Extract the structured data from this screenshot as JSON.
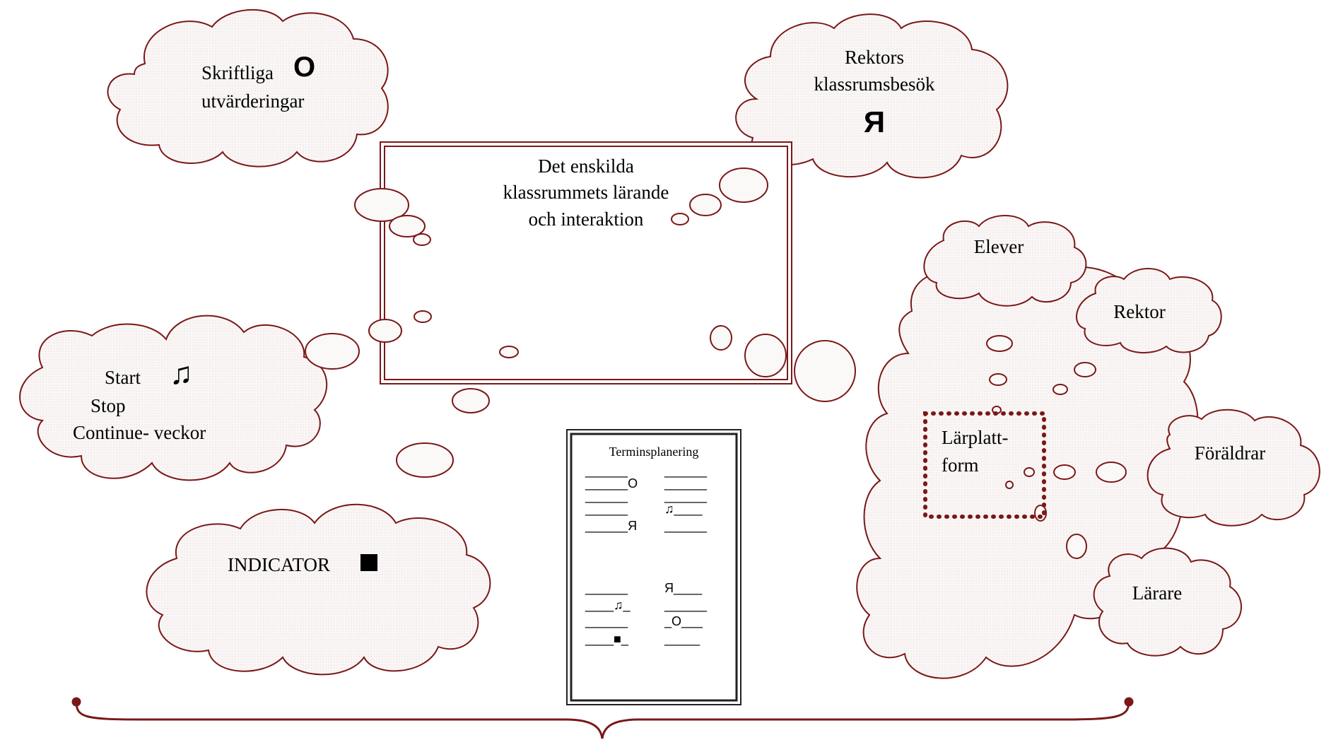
{
  "colors": {
    "stroke": "#7a1818",
    "cloud_fill": "#f8f4f4",
    "doc_border": "#222222"
  },
  "clouds": {
    "written_evaluations": {
      "line1": "Skriftliga",
      "line2": "utvärderingar",
      "symbol": "O"
    },
    "principal_visits": {
      "line1": "Rektors",
      "line2": "klassrumsbesök",
      "symbol": "Я"
    },
    "start_stop": {
      "line1": "Start",
      "line2": "Stop",
      "line3": "Continue- veckor",
      "symbol": "♫"
    },
    "indicator": {
      "label": "INDICATOR",
      "symbol": "■"
    },
    "platform_cluster": {
      "students": "Elever",
      "principal": "Rektor",
      "parents": "Föräldrar",
      "teachers": "Lärare",
      "platform_line1": "Lärplatt-",
      "platform_line2": "form"
    }
  },
  "classroom_box": {
    "line1": "Det enskilda",
    "line2": "klassrummets lärande",
    "line3": "och interaktion"
  },
  "term_plan": {
    "title": "Terminsplanering",
    "rows": [
      {
        "left": "______",
        "right": "______"
      },
      {
        "left": "______O",
        "right": "______"
      },
      {
        "left": "______",
        "right": "______"
      },
      {
        "left": "______",
        "right": "♫____"
      },
      {
        "left": "______Я",
        "right": "______"
      },
      {
        "left": "______",
        "right": "Я____"
      },
      {
        "left": "____♫_",
        "right": "______"
      },
      {
        "left": "______",
        "right": "_O___"
      },
      {
        "left": "____■_",
        "right": "_____"
      }
    ]
  }
}
